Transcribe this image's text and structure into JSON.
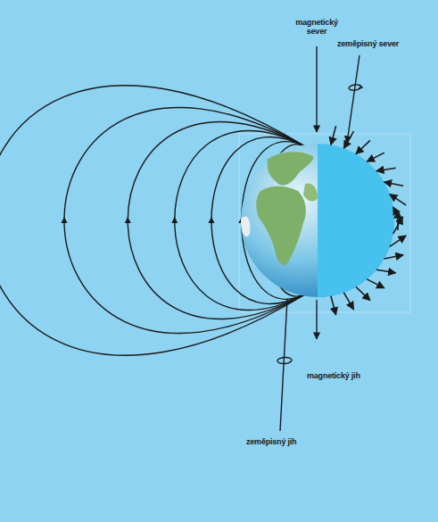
{
  "diagram": {
    "labels": [
      "magnetický sever",
      "zeměpisný sever",
      "magnetický jih",
      "zeměpisný jih"
    ]
  }
}
